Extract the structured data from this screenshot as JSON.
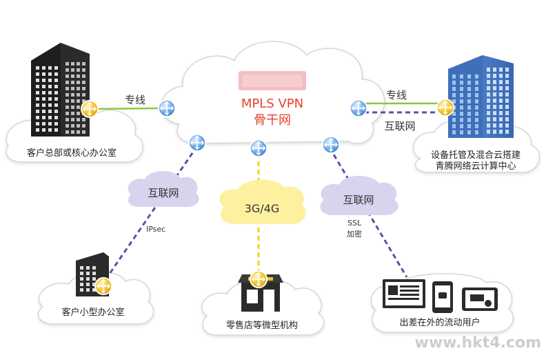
{
  "backbone": {
    "title_line1": "MPLS VPN",
    "title_line2": "骨干网",
    "title_color": "#e8412a"
  },
  "links": {
    "left_dedicated": "专线",
    "right_dedicated": "专线",
    "right_internet": "互联网",
    "left_internet_cloud": "互联网",
    "center_mobile_cloud": "3G/4G",
    "right_internet_cloud": "互联网",
    "ipsec_label": "IPsec",
    "ssl_label_line1": "SSL",
    "ssl_label_line2": "加密"
  },
  "sites": {
    "hq": "客户总部或核心办公室",
    "datacenter_line1": "设备托管及混合云搭建",
    "datacenter_line2": "青腾网络云计算中心",
    "small_office": "客户小型办公室",
    "retail": "零售店等微型机构",
    "mobile_users": "出差在外的流动用户"
  },
  "watermark": "www.hkt4.com",
  "colors": {
    "router_blue": "#4f93d9",
    "router_gold": "#f3c323",
    "dedicated_line": "#8cc63f",
    "internet_line": "#5a4fa8",
    "mobile_line": "#f5d020",
    "cloud_purple": "#d9d3ee",
    "cloud_yellow": "#fdf1a0"
  },
  "icons": [
    "router-icon",
    "building-icon",
    "shop-icon",
    "laptop-icon",
    "phone-icon",
    "tablet-icon"
  ]
}
